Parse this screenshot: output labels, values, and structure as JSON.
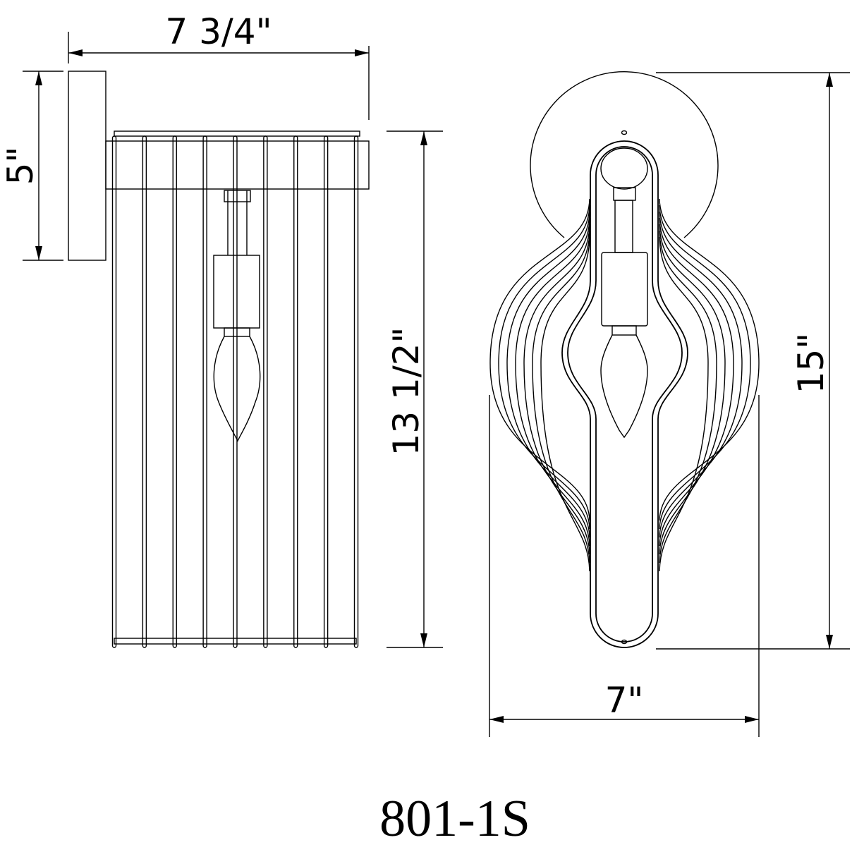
{
  "drawing": {
    "model_number": "801-1S",
    "dimensions": {
      "side_depth": "7 3/4\"",
      "backplate_height": "5\"",
      "shade_height": "13 1/2\"",
      "overall_height": "15\"",
      "overall_width": "7\""
    },
    "side_view_bar_count": 9,
    "front_view_wing_lines_per_side": 7,
    "line_color": "#000000",
    "background_color": "#ffffff"
  }
}
